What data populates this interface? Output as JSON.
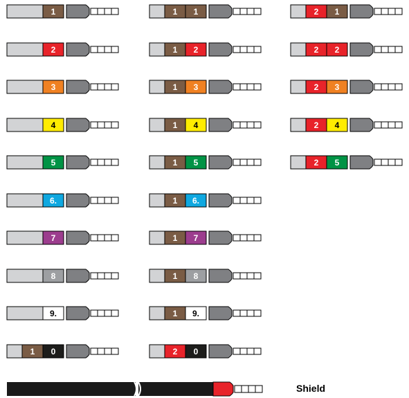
{
  "colors": {
    "1": "#7a5c45",
    "2": "#e8232a",
    "3": "#f08122",
    "4": "#ffec00",
    "5": "#009345",
    "6": "#0fa8e0",
    "7": "#9c3d8e",
    "8": "#9d9fa2",
    "9": "#ffffff",
    "0": "#1d1d1b",
    "sleeve": "#d2d3d5",
    "boot": "#7f8083",
    "shield": "#1a1a1a",
    "shield_boot": "#e8232a"
  },
  "columns": [
    [
      {
        "bands": [
          "1"
        ],
        "texts": [
          "1"
        ]
      },
      {
        "bands": [
          "2"
        ],
        "texts": [
          "2"
        ]
      },
      {
        "bands": [
          "3"
        ],
        "texts": [
          "3"
        ]
      },
      {
        "bands": [
          "4"
        ],
        "texts": [
          "4"
        ]
      },
      {
        "bands": [
          "5"
        ],
        "texts": [
          "5"
        ]
      },
      {
        "bands": [
          "6"
        ],
        "texts": [
          "6."
        ]
      },
      {
        "bands": [
          "7"
        ],
        "texts": [
          "7"
        ]
      },
      {
        "bands": [
          "8"
        ],
        "texts": [
          "8"
        ]
      },
      {
        "bands": [
          "9"
        ],
        "texts": [
          "9."
        ]
      },
      {
        "bands": [
          "1",
          "0"
        ],
        "texts": [
          "1",
          "0"
        ]
      }
    ],
    [
      {
        "bands": [
          "1",
          "1"
        ],
        "texts": [
          "1",
          "1"
        ]
      },
      {
        "bands": [
          "1",
          "2"
        ],
        "texts": [
          "1",
          "2"
        ]
      },
      {
        "bands": [
          "1",
          "3"
        ],
        "texts": [
          "1",
          "3"
        ]
      },
      {
        "bands": [
          "1",
          "4"
        ],
        "texts": [
          "1",
          "4"
        ]
      },
      {
        "bands": [
          "1",
          "5"
        ],
        "texts": [
          "1",
          "5"
        ]
      },
      {
        "bands": [
          "1",
          "6"
        ],
        "texts": [
          "1",
          "6."
        ]
      },
      {
        "bands": [
          "1",
          "7"
        ],
        "texts": [
          "1",
          "7"
        ]
      },
      {
        "bands": [
          "1",
          "8"
        ],
        "texts": [
          "1",
          "8"
        ]
      },
      {
        "bands": [
          "1",
          "9"
        ],
        "texts": [
          "1",
          "9."
        ]
      },
      {
        "bands": [
          "2",
          "0"
        ],
        "texts": [
          "2",
          "0"
        ]
      }
    ],
    [
      {
        "bands": [
          "2",
          "1"
        ],
        "texts": [
          "2",
          "1"
        ]
      },
      {
        "bands": [
          "2",
          "2"
        ],
        "texts": [
          "2",
          "2"
        ]
      },
      {
        "bands": [
          "2",
          "3"
        ],
        "texts": [
          "2",
          "3"
        ]
      },
      {
        "bands": [
          "2",
          "4"
        ],
        "texts": [
          "2",
          "4"
        ]
      },
      {
        "bands": [
          "2",
          "5"
        ],
        "texts": [
          "2",
          "5"
        ]
      }
    ]
  ],
  "shield_label": "Shield"
}
